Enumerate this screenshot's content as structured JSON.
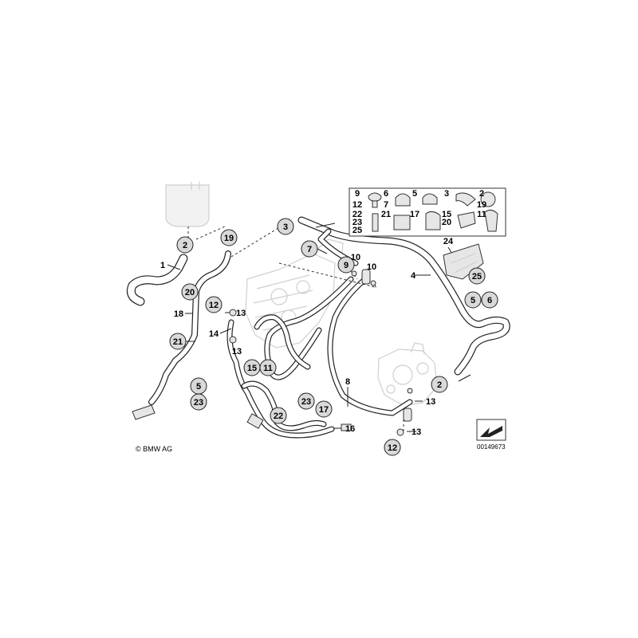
{
  "copyright": "© BMW AG",
  "document_number": "00149673",
  "callouts": {
    "c2_top": "2",
    "c19": "19",
    "c3": "3",
    "c7": "7",
    "c9": "9",
    "c20": "20",
    "c12_left": "12",
    "c21": "21",
    "c15": "15",
    "c11": "11",
    "c5_left": "5",
    "c23_left": "23",
    "c23_mid": "23",
    "c22": "22",
    "c17": "17",
    "c25": "25",
    "c5_right": "5",
    "c6_right": "6",
    "c2_right": "2",
    "c12_bottom": "12"
  },
  "plain_labels": {
    "l1": "1",
    "l18": "18",
    "l14": "14",
    "l13a": "13",
    "l13b": "13",
    "l10a": "10",
    "l10b": "10",
    "l4": "4",
    "l8": "8",
    "l13c": "13",
    "l13d": "13",
    "l16": "16",
    "l24": "24"
  },
  "parts_legend": {
    "r1": [
      "9",
      "6",
      "5",
      "3",
      "2"
    ],
    "r2": [
      "12",
      "7",
      "",
      "",
      "19"
    ],
    "r3": [
      "22",
      "21",
      "17",
      "15",
      "11"
    ],
    "r4": [
      "23",
      "",
      "",
      "20",
      ""
    ],
    "r5": [
      "25",
      "",
      "",
      "",
      ""
    ]
  }
}
